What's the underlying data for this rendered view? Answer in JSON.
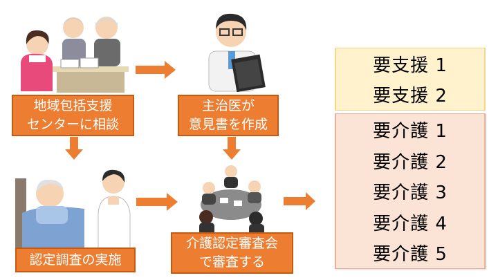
{
  "steps": {
    "consult": {
      "line1": "地域包括支援",
      "line2": "センターに相談"
    },
    "doctor": {
      "line1": "主治医が",
      "line2": "意見書を作成"
    },
    "survey": {
      "line1": "認定調査の実施"
    },
    "committee": {
      "line1": "介護認定審査会",
      "line2": "で審査する"
    }
  },
  "levels": {
    "support": [
      "要支援 1",
      "要支援 2"
    ],
    "care": [
      "要介護 1",
      "要介護 2",
      "要介護 3",
      "要介護 4",
      "要介護 5"
    ]
  },
  "colors": {
    "box": "#ed7d31",
    "arrow": "#ed7d31",
    "support_bg": "#fff2cc",
    "care_bg": "#fbe3d6"
  }
}
